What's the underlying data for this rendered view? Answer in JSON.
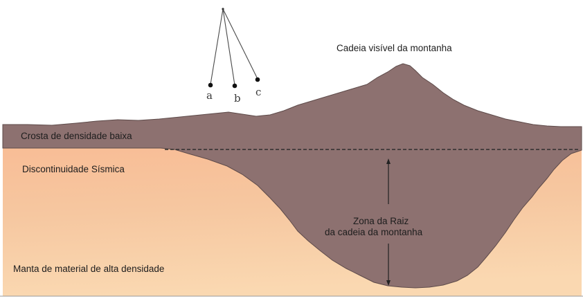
{
  "labels": {
    "mountain_range": "Cadeia visível da montanha",
    "crust": "Crosta de densidade baixa",
    "discontinuity": "Discontinuidade Sísmica",
    "root_line1": "Zona da Raiz",
    "root_line2": "da cadeia da montanha",
    "mantle": "Manta de material de alta densidade"
  },
  "pendulums": [
    "a",
    "b",
    "c"
  ],
  "colors": {
    "crust": "#8d7170",
    "mantle_light": "#f9d3ac",
    "mantle_mid": "#f2b38a",
    "mantle_dark": "#ec9f7e",
    "line": "#2e2e2e"
  }
}
